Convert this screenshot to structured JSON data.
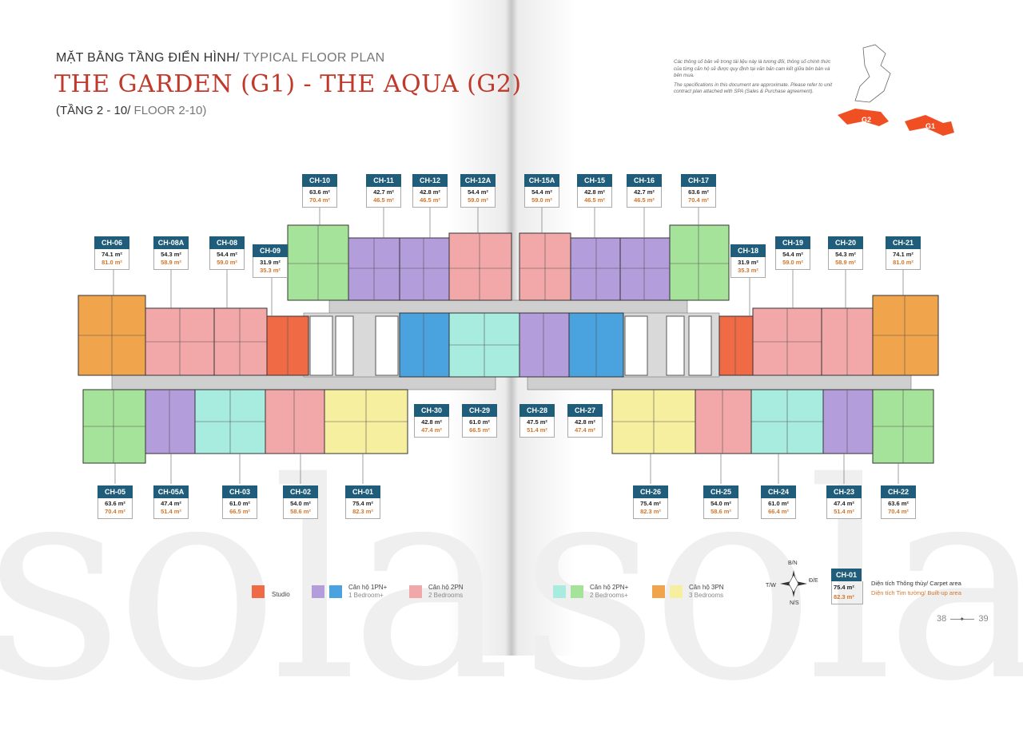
{
  "header": {
    "line1_main": "MẶT BẰNG TẦNG ĐIỂN HÌNH/ ",
    "line1_light": "TYPICAL FLOOR PLAN",
    "title": "THE GARDEN (G1) - THE AQUA (G2)",
    "line3_main": "(TẦNG 2 - 10/ ",
    "line3_light": "FLOOR 2-10)"
  },
  "note": {
    "vi": "Các thông số bản vẽ trong tài liệu này là tương đối, thông số chính thức của từng căn hộ sẽ được quy định tại văn bản cam kết giữa bên bán và bên mua.",
    "en": "The specifications in this document are approximate. Please refer to unit contract plan attached with SPA (Sales & Purchase agreement)."
  },
  "site": {
    "g2": "G2",
    "g1": "G1"
  },
  "watermark": {
    "left": "sola",
    "right": "sola"
  },
  "colors": {
    "studio": "#ef6a45",
    "b1_purple": "#b39ddb",
    "b1_blue": "#4aa3df",
    "b2": "#f2a8a8",
    "b2p_cyan": "#a8ece0",
    "b2p_green": "#a6e39a",
    "b3_orange": "#f0a44b",
    "b3_yellow": "#f7efa0",
    "corridor": "#cfcfcf",
    "tag_header": "#1f5d7a"
  },
  "units": [
    {
      "id": "CH-10",
      "carpet": "63.6 m²",
      "builtup": "70.4 m²"
    },
    {
      "id": "CH-11",
      "carpet": "42.7 m²",
      "builtup": "46.5 m²"
    },
    {
      "id": "CH-12",
      "carpet": "42.8 m²",
      "builtup": "46.5 m²"
    },
    {
      "id": "CH-12A",
      "carpet": "54.4 m²",
      "builtup": "59.0 m²"
    },
    {
      "id": "CH-15A",
      "carpet": "54.4 m²",
      "builtup": "59.0 m²"
    },
    {
      "id": "CH-15",
      "carpet": "42.8 m²",
      "builtup": "46.5 m²"
    },
    {
      "id": "CH-16",
      "carpet": "42.7 m²",
      "builtup": "46.5 m²"
    },
    {
      "id": "CH-17",
      "carpet": "63.6 m²",
      "builtup": "70.4 m²"
    },
    {
      "id": "CH-06",
      "carpet": "74.1 m²",
      "builtup": "81.0 m²"
    },
    {
      "id": "CH-08A",
      "carpet": "54.3 m²",
      "builtup": "58.9 m²"
    },
    {
      "id": "CH-08",
      "carpet": "54.4 m²",
      "builtup": "59.0 m²"
    },
    {
      "id": "CH-09",
      "carpet": "31.9 m²",
      "builtup": "35.3 m²"
    },
    {
      "id": "CH-18",
      "carpet": "31.9 m²",
      "builtup": "35.3 m²"
    },
    {
      "id": "CH-19",
      "carpet": "54.4 m²",
      "builtup": "59.0 m²"
    },
    {
      "id": "CH-20",
      "carpet": "54.3 m²",
      "builtup": "58.9 m²"
    },
    {
      "id": "CH-21",
      "carpet": "74.1 m²",
      "builtup": "81.0 m²"
    },
    {
      "id": "CH-30",
      "carpet": "42.8 m²",
      "builtup": "47.4 m²"
    },
    {
      "id": "CH-29",
      "carpet": "61.0 m²",
      "builtup": "66.5 m²"
    },
    {
      "id": "CH-28",
      "carpet": "47.5 m²",
      "builtup": "51.4 m²"
    },
    {
      "id": "CH-27",
      "carpet": "42.8 m²",
      "builtup": "47.4 m²"
    },
    {
      "id": "CH-05",
      "carpet": "63.6 m²",
      "builtup": "70.4 m²"
    },
    {
      "id": "CH-05A",
      "carpet": "47.4 m²",
      "builtup": "51.4 m²"
    },
    {
      "id": "CH-03",
      "carpet": "61.0 m²",
      "builtup": "66.5 m²"
    },
    {
      "id": "CH-02",
      "carpet": "54.0 m²",
      "builtup": "58.6 m²"
    },
    {
      "id": "CH-01",
      "carpet": "75.4 m²",
      "builtup": "82.3 m²"
    },
    {
      "id": "CH-26",
      "carpet": "75.4 m²",
      "builtup": "82.3 m²"
    },
    {
      "id": "CH-25",
      "carpet": "54.0 m²",
      "builtup": "58.6 m²"
    },
    {
      "id": "CH-24",
      "carpet": "61.0 m²",
      "builtup": "66.4 m²"
    },
    {
      "id": "CH-23",
      "carpet": "47.4 m²",
      "builtup": "51.4 m²"
    },
    {
      "id": "CH-22",
      "carpet": "63.6 m²",
      "builtup": "70.4 m²"
    }
  ],
  "legend": {
    "studio": "Studio",
    "b1_vi": "Căn hộ 1PN+",
    "b1_en": "1 Bedroom+",
    "b2_vi": "Căn hộ 2PN",
    "b2_en": "2 Bedrooms",
    "b2p_vi": "Căn hộ 2PN+",
    "b2p_en": "2 Bedrooms+",
    "b3_vi": "Căn hộ 3PN",
    "b3_en": "3 Bedrooms"
  },
  "compass": {
    "n": "B/N",
    "s": "N/S",
    "e": "Đ/E",
    "w": "T/W"
  },
  "example": {
    "id": "CH-01",
    "carpet": "75.4 m²",
    "builtup": "82.3 m²",
    "carpet_label": "Diện tích Thông thủy/ Carpet area",
    "builtup_label": "Diện tích Tim tường/ Built-up area"
  },
  "pages": {
    "left": "38",
    "right": "39"
  }
}
